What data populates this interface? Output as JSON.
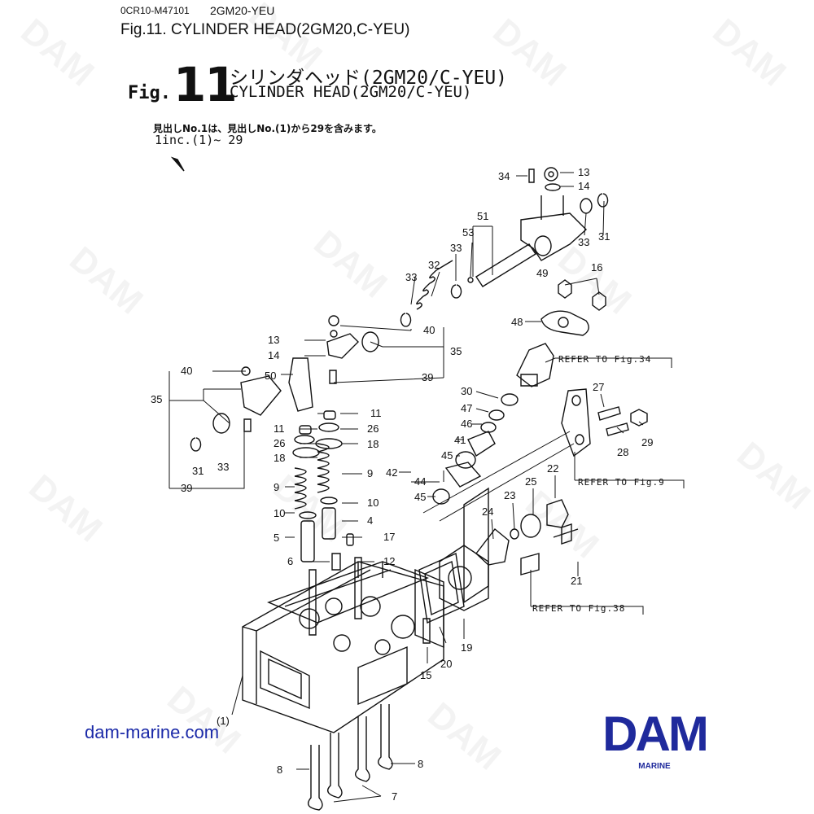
{
  "header": {
    "code": "0CR10-M47101",
    "model": "2GM20-YEU",
    "title": "Fig.11.  CYLINDER HEAD(2GM20,C-YEU)"
  },
  "figure": {
    "fig_word": "Fig.",
    "fig_number": "11",
    "title_jp": "シリンダヘッド(2GM20/C-YEU)",
    "title_en": "CYLINDER HEAD(2GM20/C-YEU)",
    "note_jp": "見出しNo.1は、見出しNo.(1)から29を含みます。",
    "note_en": "1inc.(1)~ 29"
  },
  "part_labels": [
    "34",
    "13",
    "14",
    "51",
    "53",
    "33",
    "31",
    "32",
    "33",
    "33",
    "49",
    "16",
    "48",
    "40",
    "13",
    "14",
    "35",
    "50",
    "39",
    "40",
    "35",
    "11",
    "26",
    "18",
    "11",
    "26",
    "18",
    "9",
    "9",
    "10",
    "10",
    "4",
    "5",
    "17",
    "6",
    "12",
    "31",
    "33",
    "39",
    "30",
    "47",
    "46",
    "41",
    "45",
    "42",
    "44",
    "45",
    "27",
    "28",
    "29",
    "22",
    "25",
    "23",
    "24",
    "21",
    "19",
    "20",
    "15",
    "(1)",
    "8",
    "8",
    "7"
  ],
  "references": [
    "REFER TO Fig.34",
    "REFER TO Fig.9",
    "REFER TO Fig.38"
  ],
  "watermark": "DAM",
  "footer": {
    "site": "dam-marine.com",
    "logo_word": "DAM",
    "logo_sub": "MARINE"
  },
  "colors": {
    "brand": "#1f2a9c",
    "link": "#1b2aa8"
  }
}
